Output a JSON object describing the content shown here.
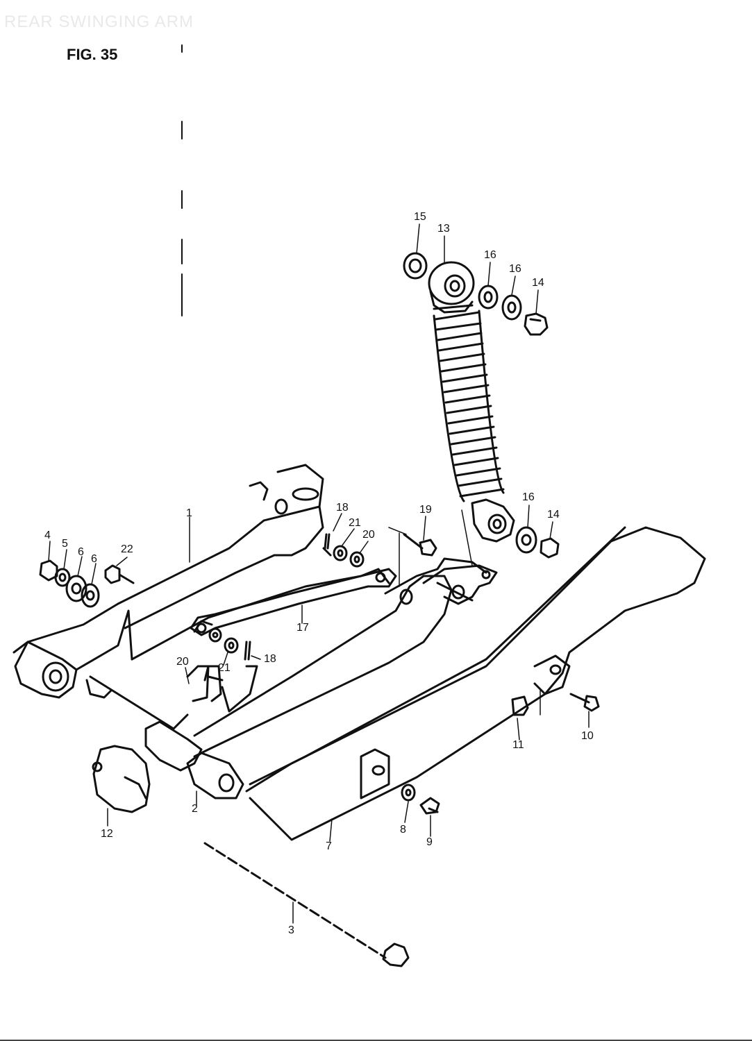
{
  "title": "REAR SWINGING ARM",
  "figure_label": "FIG. 35",
  "callouts": {
    "c1": "1",
    "c2": "2",
    "c3": "3",
    "c4": "4",
    "c5": "5",
    "c6a": "6",
    "c6b": "6",
    "c7": "7",
    "c8": "8",
    "c9": "9",
    "c10": "10",
    "c11": "11",
    "c12": "12",
    "c13": "13",
    "c14a": "14",
    "c14b": "14",
    "c15": "15",
    "c16a": "16",
    "c16b": "16",
    "c16c": "16",
    "c17": "17",
    "c18a": "18",
    "c18b": "18",
    "c19": "19",
    "c20a": "20",
    "c20b": "20",
    "c21a": "21",
    "c21b": "21",
    "c22": "22"
  }
}
